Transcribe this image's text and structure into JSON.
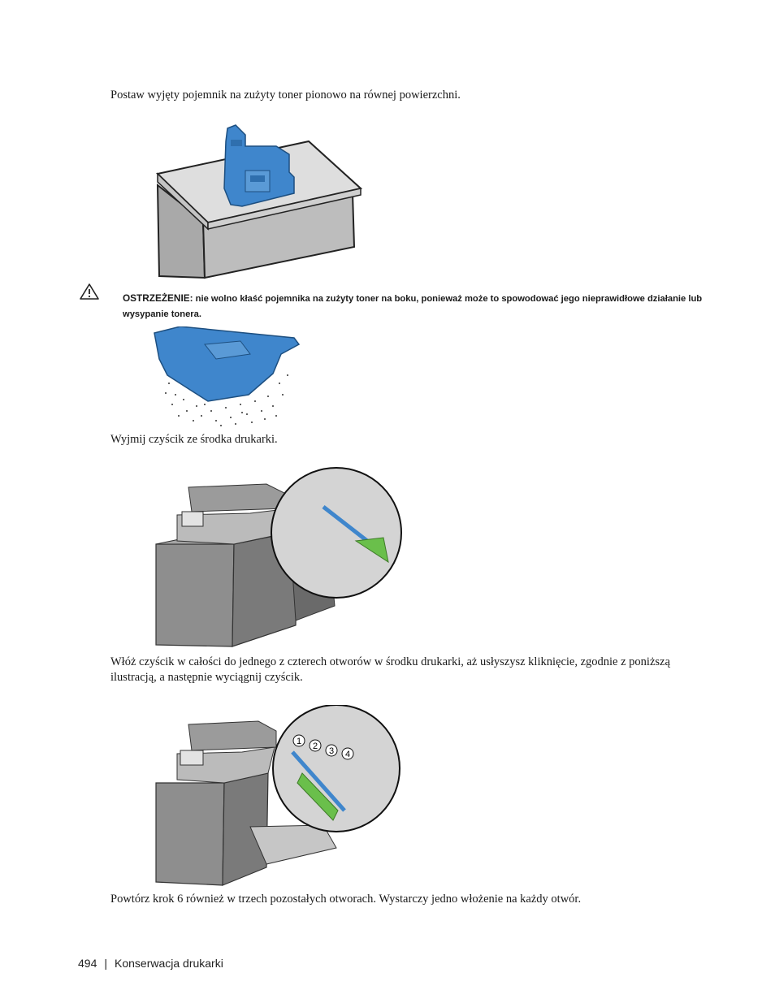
{
  "steps": {
    "step_a": "Postaw wyjęty pojemnik na zużyty toner pionowo na równej powierzchni.",
    "step_b": "Wyjmij czyścik ze środka drukarki.",
    "step_c": "Włóż czyścik w całości do jednego z czterech otworów w środku drukarki, aż usłyszysz kliknięcie, zgodnie z poniższą ilustracją, a następnie wyciągnij czyścik.",
    "step_d": "Powtórz krok 6 również w trzech pozostałych otworach. Wystarczy jedno włożenie na każdy otwór."
  },
  "warning": {
    "label": "OSTRZEŻENIE:",
    "text": " nie wolno kłaść pojemnika na zużyty toner na boku, ponieważ może to spowodować jego nieprawidłowe działanie lub wysypanie tonera."
  },
  "callouts": [
    "1",
    "2",
    "3",
    "4"
  ],
  "footer": {
    "page_number": "494",
    "separator": "|",
    "section": "Konserwacja drukarki"
  },
  "colors": {
    "toner_box": "#3f86cc",
    "arrow": "#6abf4b",
    "surface": "#c9c9c9"
  },
  "icons": [
    "warning-triangle-icon"
  ]
}
